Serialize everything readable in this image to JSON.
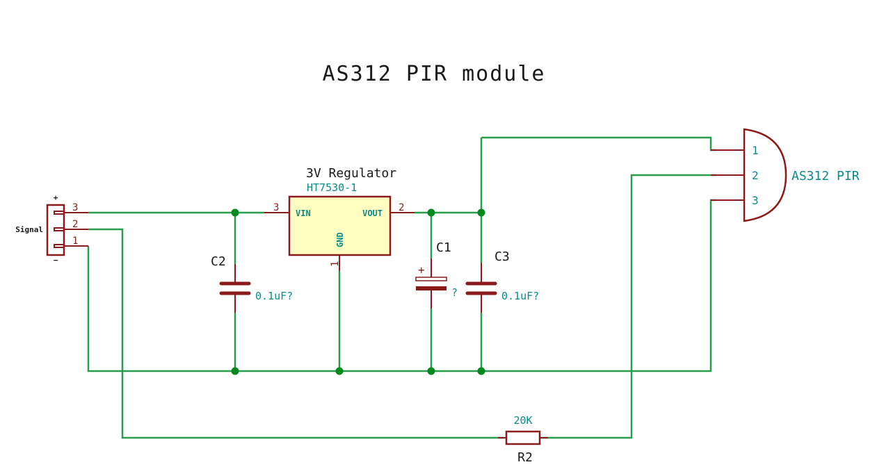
{
  "title": "AS312 PIR module",
  "colors": {
    "wire": "#2a9d4a",
    "junction": "#008a1e",
    "component": "#8b1a1a",
    "value_text": "#0b8a8a",
    "regulator_fill": "#ffffc2"
  },
  "connector": {
    "label": "Signal",
    "plus": "+",
    "minus": "−",
    "pins": [
      "3",
      "2",
      "1"
    ]
  },
  "regulator": {
    "reference": "3V Regulator",
    "value": "HT7530-1",
    "pins": {
      "vin": {
        "number": "3",
        "name": "VIN"
      },
      "vout": {
        "number": "2",
        "name": "VOUT"
      },
      "gnd": {
        "number": "1",
        "name": "GND"
      }
    }
  },
  "capacitors": [
    {
      "reference": "C2",
      "value": "0.1uF?",
      "polarized": false
    },
    {
      "reference": "C1",
      "value": "?",
      "polarized": true,
      "polarity_mark": "+"
    },
    {
      "reference": "C3",
      "value": "0.1uF?",
      "polarized": false
    }
  ],
  "resistor": {
    "reference": "R2",
    "value": "20K"
  },
  "pir": {
    "label": "AS312 PIR",
    "pins": [
      "1",
      "2",
      "3"
    ]
  }
}
